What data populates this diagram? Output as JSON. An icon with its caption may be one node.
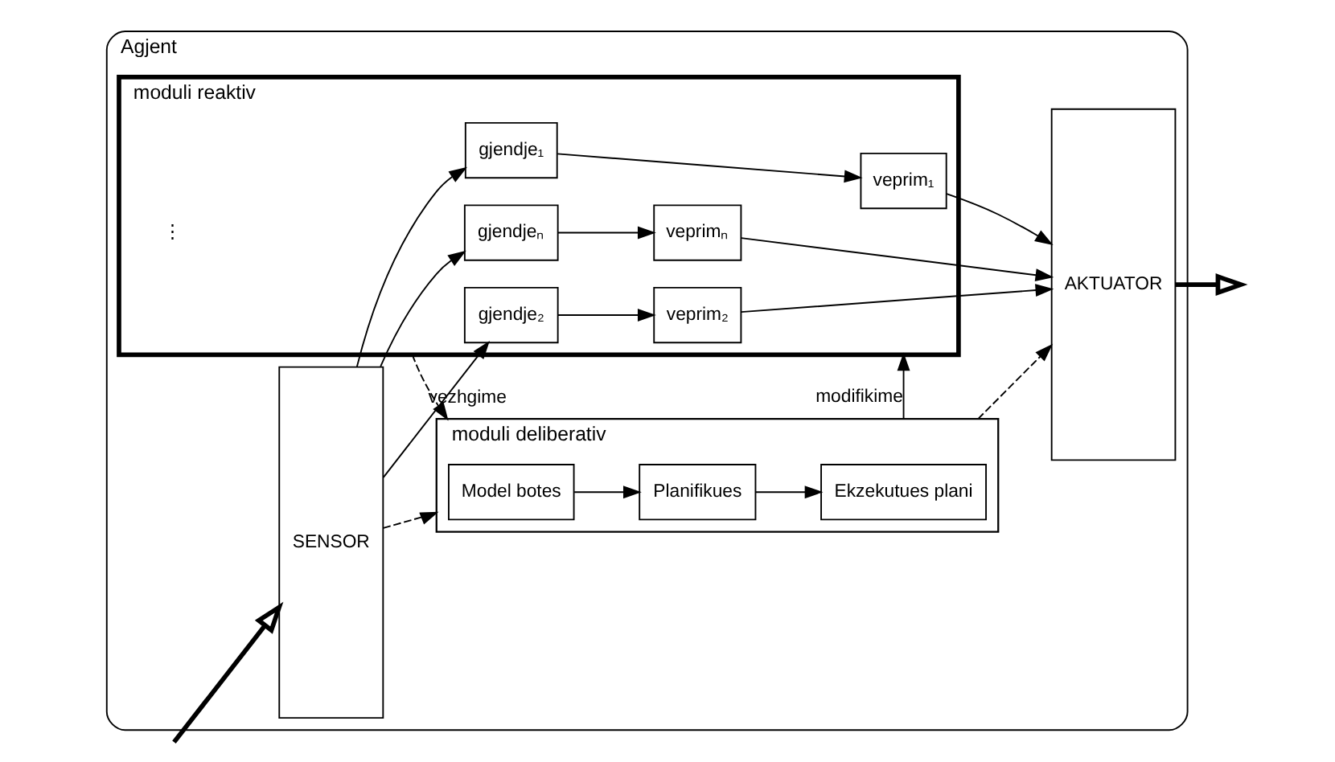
{
  "diagram": {
    "nodes": [
      {
        "text": [
          "Agjent"
        ]
      },
      {
        "text": [
          "SENSOR"
        ],
        "in": 0
      },
      {
        "text": [
          "moduli deliberativ"
        ],
        "in": 0
      },
      {
        "text": [
          "Model botes"
        ],
        "in": 2
      },
      {
        "text": [
          "Planifikues"
        ],
        "in": 2
      },
      {
        "text": [
          "Ekzekutues plani"
        ],
        "in": 2
      },
      {
        "text": [
          "moduli reaktiv"
        ],
        "in": 0
      },
      {
        "text": [
          "gjendje₁"
        ],
        "in": 6
      },
      {
        "text": [
          "gjendje₂"
        ],
        "in": 6
      },
      {
        "text": [
          "gjendjeₙ"
        ],
        "in": 6
      },
      {
        "text": [
          "veprim₁"
        ],
        "in": 6
      },
      {
        "text": [
          "veprim₂"
        ],
        "in": 6
      },
      {
        "text": [
          "veprimₙ"
        ],
        "in": 6
      },
      {
        "text": [
          "AKTUATOR"
        ],
        "in": 0
      }
    ],
    "edges": [
      {
        "from": null,
        "to": 1,
        "arrow": "to",
        "style": "thick"
      },
      {
        "from": 1,
        "to": 2,
        "arrow": "to",
        "style": "dashed"
      },
      {
        "from": 3,
        "to": 4,
        "arrow": "to"
      },
      {
        "from": 4,
        "to": 5,
        "arrow": "to"
      },
      {
        "from": 2,
        "to": 13,
        "arrow": "to",
        "style": "dashed"
      },
      {
        "from": 6,
        "to": 2,
        "arrow": "to",
        "style": "dashed",
        "label": "vezhgime"
      },
      {
        "from": 2,
        "to": 6,
        "arrow": "to",
        "label": "modifikime"
      },
      {
        "from": 1,
        "to": 7,
        "arrow": "to"
      },
      {
        "from": 1,
        "to": 8,
        "arrow": "to"
      },
      {
        "from": 1,
        "to": 9,
        "arrow": "to"
      },
      {
        "from": 7,
        "to": 10,
        "arrow": "to"
      },
      {
        "from": 8,
        "to": 11,
        "arrow": "to"
      },
      {
        "from": 9,
        "to": 12,
        "arrow": "to"
      },
      {
        "from": 10,
        "to": 13,
        "arrow": "to"
      },
      {
        "from": 11,
        "to": 13,
        "arrow": "to"
      },
      {
        "from": 12,
        "to": 13,
        "arrow": "to"
      },
      {
        "from": 13,
        "to": null,
        "arrow": "to",
        "style": "thick"
      }
    ],
    "labels": [
      "⋮"
    ]
  }
}
